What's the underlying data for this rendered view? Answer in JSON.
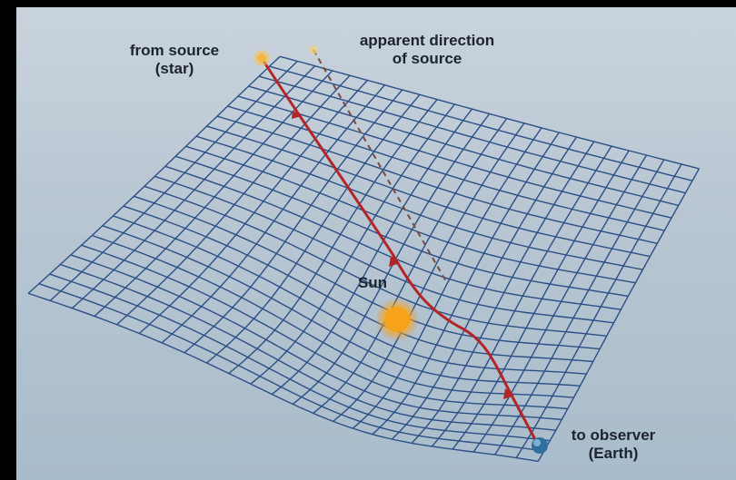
{
  "labels": {
    "source_line1": "from source",
    "source_line2": "(star)",
    "apparent_line1": "apparent direction",
    "apparent_line2": "of source",
    "sun": "Sun",
    "observer_line1": "to observer",
    "observer_line2": "(Earth)"
  },
  "colors": {
    "background": "#000000",
    "panel": "#bcc9d4",
    "grid": "#2b4f86",
    "light_path": "#b2262a",
    "apparent_path": "#8a5a4a",
    "sun": "#f7a21b",
    "star": "#f4b640",
    "earth": "#2f6f9e"
  },
  "icons": {
    "star": "star-icon",
    "sun": "sun-icon",
    "earth": "earth-icon"
  }
}
